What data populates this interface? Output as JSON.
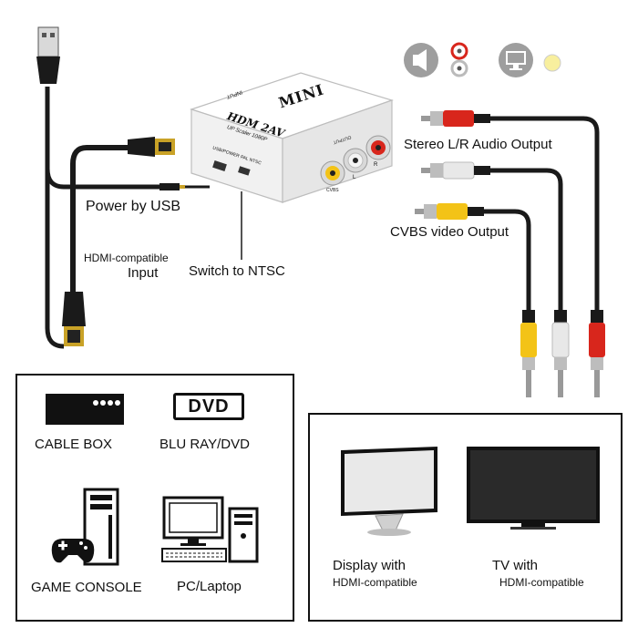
{
  "converter": {
    "brand": "MINI",
    "model": "HDM 2AV",
    "subtitle": "UP Scaler 1080P",
    "input_port_label": "INPUT",
    "output_port_label": "OUTPUT",
    "switch_label": "USB/POWER PAL NTSC",
    "jack_labels": {
      "cvbs": "CVBS",
      "left": "L",
      "right": "R"
    }
  },
  "callouts": {
    "power_by_usb": "Power by USB",
    "hdmi_input_line1": "HDMI-compatible",
    "hdmi_input_line2": "Input",
    "switch_to_ntsc": "Switch to NTSC",
    "stereo_audio_output": "Stereo L/R Audio Output",
    "cvbs_video_output": "CVBS video Output"
  },
  "sources": {
    "cable_box": "CABLE BOX",
    "dvd_logo": "DVD",
    "blu_ray_dvd": "BLU RAY/DVD",
    "game_console": "GAME CONSOLE",
    "pc_laptop": "PC/Laptop"
  },
  "displays": {
    "display_line1": "Display with",
    "display_line2": "HDMI-compatible",
    "tv_line1": "TV with",
    "tv_line2": "HDMI-compatible"
  },
  "icons": {
    "audio": "speaker-icon",
    "video": "monitor-icon",
    "usb": "usb-plug-icon",
    "hdmi": "hdmi-plug-icon"
  },
  "colors": {
    "rca_red": "#d8261c",
    "rca_white": "#e8e8e8",
    "rca_yellow": "#f3c317",
    "gold": "#c9a227",
    "cable": "#1a1a1a"
  }
}
